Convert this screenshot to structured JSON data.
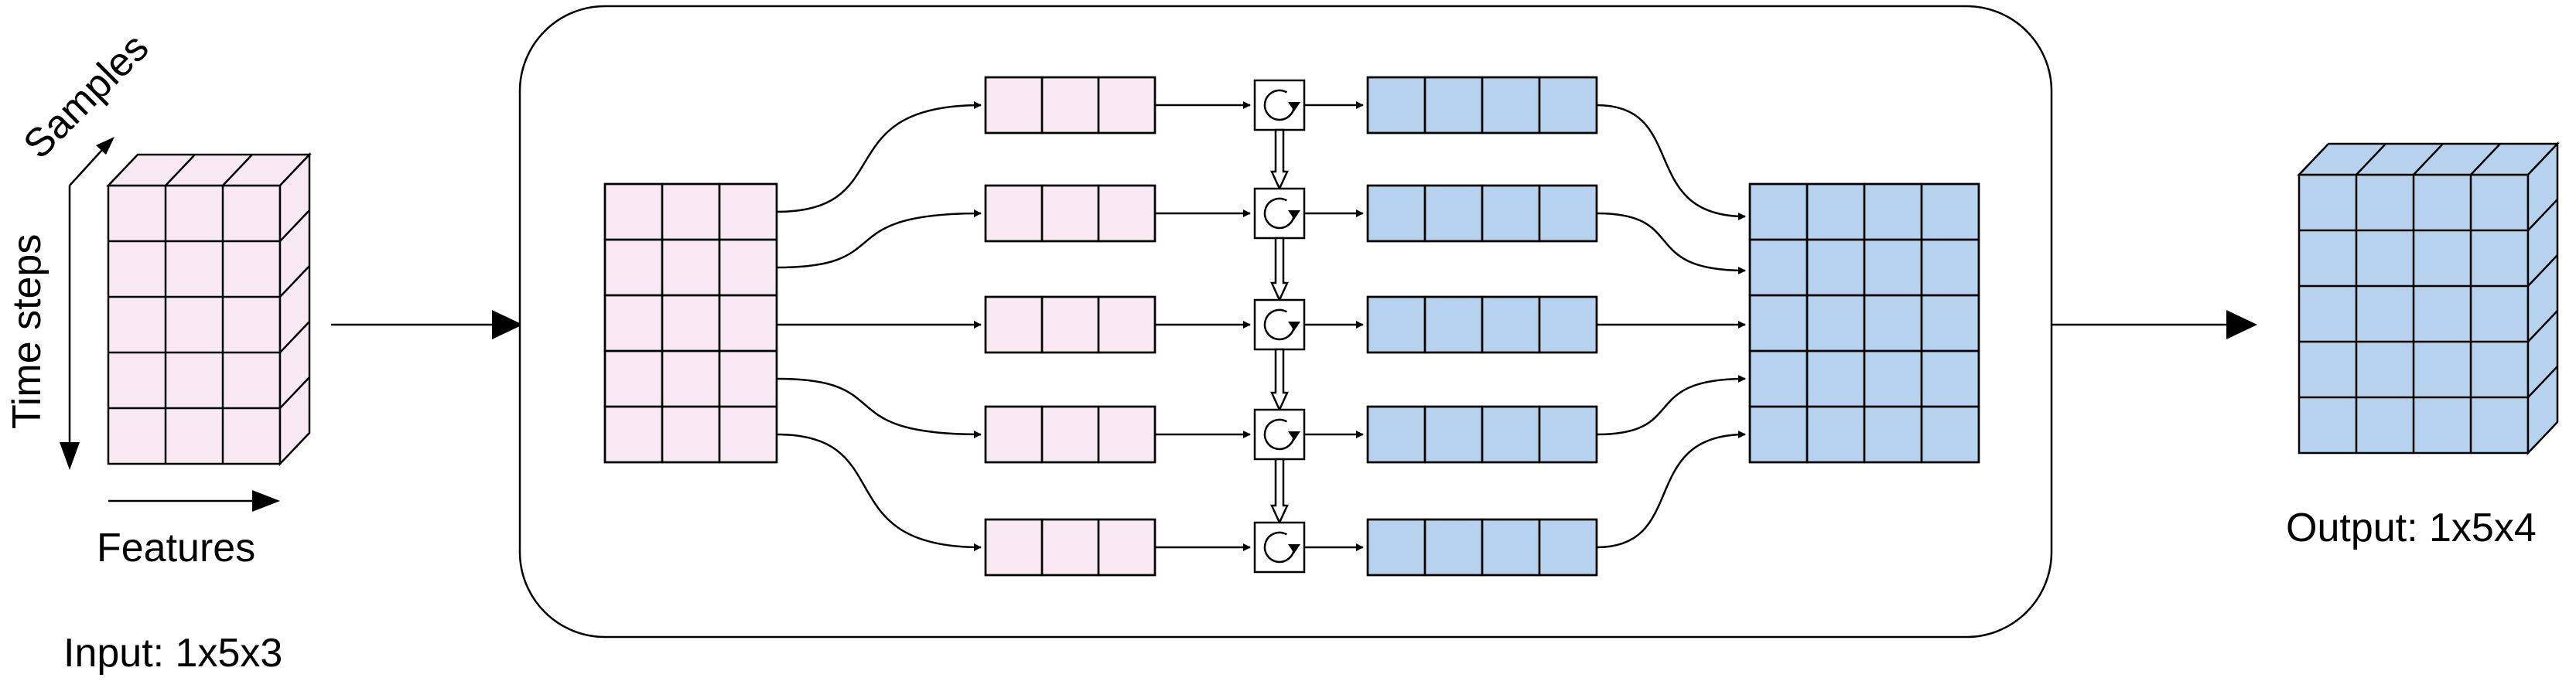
{
  "input": {
    "axis_samples": "Samples",
    "axis_time": "Time steps",
    "axis_features": "Features",
    "caption": "Input: 1x5x3",
    "rows": 5,
    "cols": 3
  },
  "output": {
    "caption": "Output: 1x5x4",
    "rows": 5,
    "cols": 4
  },
  "layer": {
    "timesteps": 5,
    "input_cells": 3,
    "hidden_cells": 4,
    "recurrent_icon": "recurrent-loop-icon"
  },
  "colors": {
    "input_fill": "#f9e9f5",
    "output_fill": "#b7d2ee",
    "stroke": "#000000",
    "background": "#ffffff"
  }
}
